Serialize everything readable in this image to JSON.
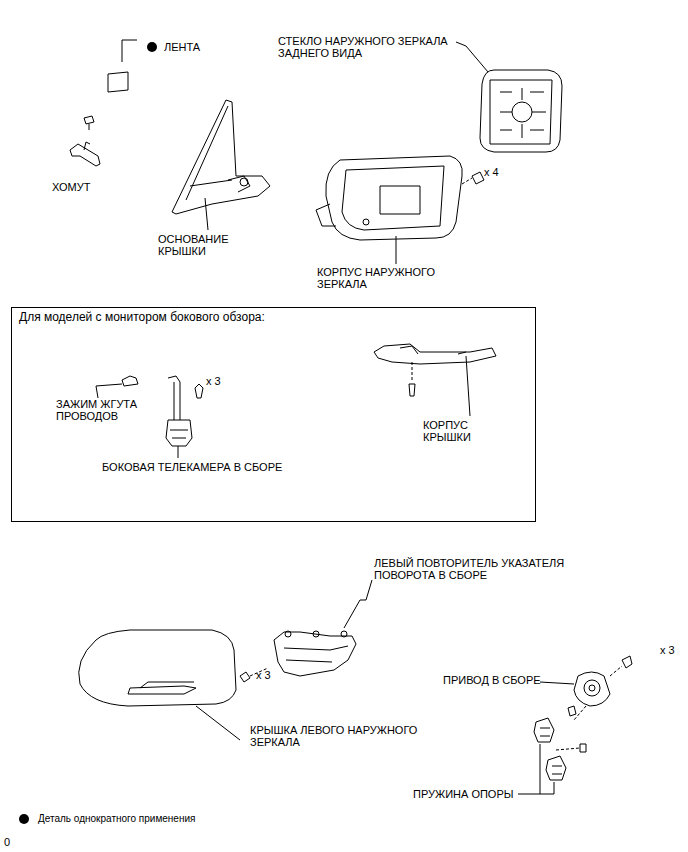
{
  "diagram": {
    "nodes": [
      {
        "text": [
          "Для моделей с монитором бокового обзора:",
          "ЗАЖИМ ЖГУТА ПРОВОДОВ",
          "x 3",
          "БОКОВАЯ ТЕЛЕКАМЕРА В СБОРЕ"
        ]
      }
    ],
    "labels": [
      "ЛЕНТА",
      "ХОМУТ",
      "ОСНОВАНИЕ КРЫШКИ",
      "СТЕКЛО НАРУЖНОГО ЗЕРКАЛА ЗАДНЕГО ВИДА",
      "x 4",
      "КОРПУС НАРУЖНОГО ЗЕРКАЛА",
      "КОРПУС КРЫШКИ",
      "ЛЕВЫЙ ПОВТОРИТЕЛЬ УКАЗАТЕЛЯ ПОВОРОТА В СБОРЕ",
      "x 3",
      "ПРИВОД В СБОРЕ",
      "x 3",
      "КРЫШКА ЛЕВОГО НАРУЖНОГО ЗЕРКАЛА",
      "ПРУЖИНА ОПОРЫ",
      "0"
    ],
    "legend": [
      {
        "text": "Деталь однократного применения"
      }
    ]
  }
}
